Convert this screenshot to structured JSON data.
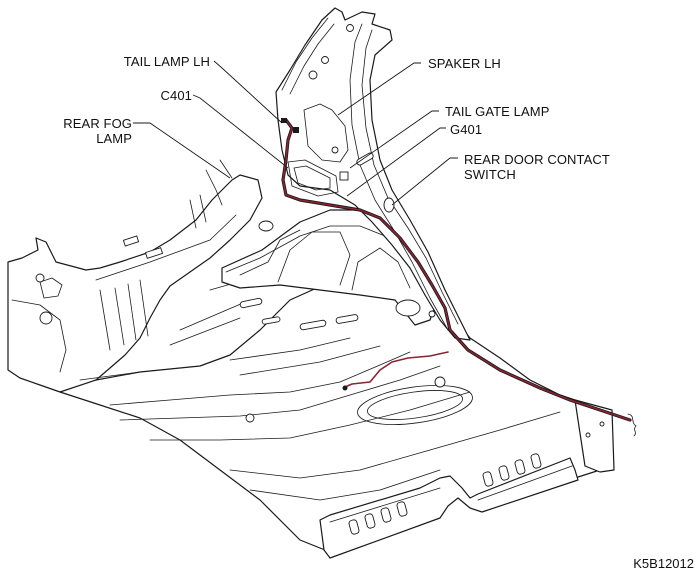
{
  "diagram": {
    "title": "Rear floor / quarter panel harness routing",
    "figure_id": "K5B12012",
    "harness_color": "#8b2332",
    "line_color": "#1a1a1a",
    "background": "#ffffff"
  },
  "callouts": [
    {
      "id": "tail-lamp-lh",
      "lines": [
        "TAIL LAMP LH"
      ]
    },
    {
      "id": "c401",
      "lines": [
        "C401"
      ]
    },
    {
      "id": "rear-fog-lamp",
      "lines": [
        "REAR FOG",
        "LAMP"
      ]
    },
    {
      "id": "spaker-lh",
      "lines": [
        "SPAKER LH"
      ]
    },
    {
      "id": "tail-gate-lamp",
      "lines": [
        "TAIL GATE LAMP"
      ]
    },
    {
      "id": "g401",
      "lines": [
        "G401"
      ]
    },
    {
      "id": "rear-door-contact-switch",
      "lines": [
        "REAR DOOR CONTACT",
        "SWITCH"
      ]
    }
  ]
}
